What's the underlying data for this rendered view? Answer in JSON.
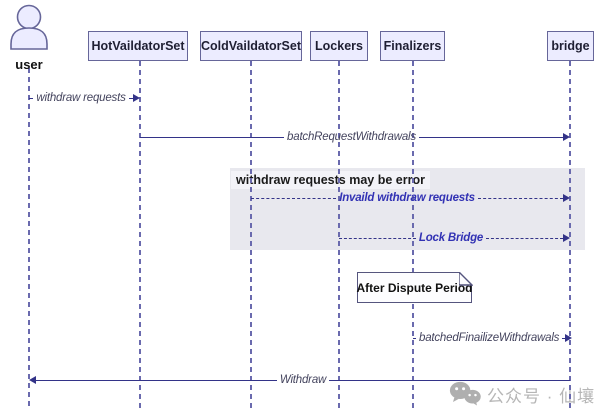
{
  "diagram": {
    "type": "sequence-diagram",
    "actors": {
      "user": {
        "label": "user"
      },
      "hot": {
        "label": "HotVaildatorSet"
      },
      "cold": {
        "label": "ColdVaildatorSet"
      },
      "lockers": {
        "label": "Lockers"
      },
      "finalizers": {
        "label": "Finalizers"
      },
      "bridge": {
        "label": "bridge"
      }
    },
    "messages": {
      "m1": {
        "from": "user",
        "to": "HotVaildatorSet",
        "label": "withdraw requests",
        "line": "solid"
      },
      "m2": {
        "from": "HotVaildatorSet",
        "to": "bridge",
        "label": "batchRequestWithdrawals",
        "line": "solid"
      },
      "m3": {
        "from": "ColdVaildatorSet",
        "to": "bridge",
        "label": "Invaild withdraw requests",
        "line": "dashed"
      },
      "m4": {
        "from": "Lockers",
        "to": "bridge",
        "label": "Lock Bridge",
        "line": "dashed"
      },
      "m5": {
        "from": "Finalizers",
        "to": "bridge",
        "label": "batchedFinailizeWithdrawals",
        "line": "dashed"
      },
      "m6": {
        "from": "bridge",
        "to": "user",
        "label": "Withdraw",
        "line": "solid"
      }
    },
    "highlight_block": {
      "label": "withdraw requests may be error"
    },
    "note": {
      "label": "After Dispute Period"
    }
  },
  "watermark": {
    "text": "公众号 · 仙壤",
    "icon": "wechat-icon"
  },
  "colors": {
    "participant_fill": "#ECECFF",
    "participant_border": "#666699",
    "lifeline": "#6A6AAE",
    "message_line": "#333388",
    "message_text": "#44445E",
    "emphasis_text": "#3232B4",
    "highlight_fill": "#E8E8EE",
    "note_border": "#55557E",
    "watermark_gray": "#B6B6B6"
  }
}
